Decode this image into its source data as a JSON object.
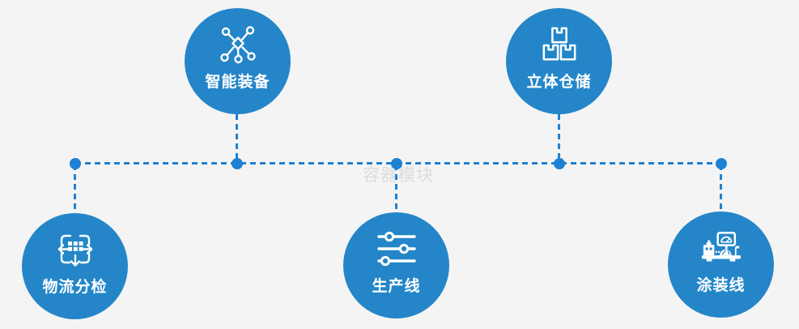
{
  "watermark": {
    "text": "容器模块"
  },
  "colors": {
    "node_fill": "#2486c9",
    "connector": "#1e82d4",
    "watermark": "#dcdcdc",
    "bg": "#f4f4f4",
    "icon_color": "#ffffff"
  },
  "nodes": [
    {
      "label": "智能装备",
      "icon": "network-nodes-icon"
    },
    {
      "label": "立体仓储",
      "icon": "stacked-boxes-icon"
    },
    {
      "label": "物流分检",
      "icon": "sorting-grid-arrows-icon"
    },
    {
      "label": "生产线",
      "icon": "sliders-icon"
    },
    {
      "label": "涂装线",
      "icon": "control-console-icon"
    }
  ]
}
